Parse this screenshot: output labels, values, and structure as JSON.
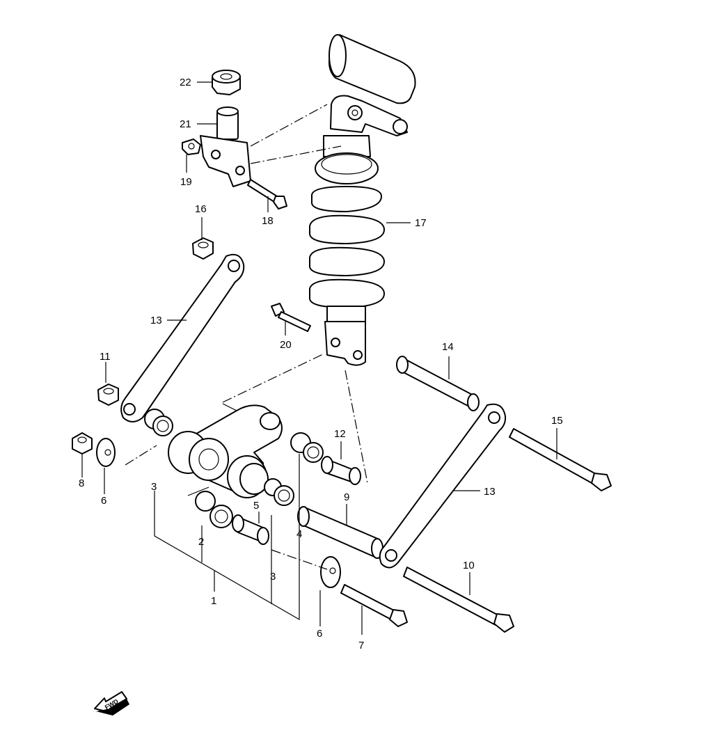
{
  "callouts": {
    "c1": "1",
    "c2": "2",
    "c3a": "3",
    "c3b": "3",
    "c4": "4",
    "c5": "5",
    "c6a": "6",
    "c6b": "6",
    "c7": "7",
    "c8": "8",
    "c9": "9",
    "c10": "10",
    "c11": "11",
    "c12": "12",
    "c13a": "13",
    "c13b": "13",
    "c14": "14",
    "c15": "15",
    "c16": "16",
    "c17": "17",
    "c18": "18",
    "c19": "19",
    "c20": "20",
    "c21": "21",
    "c22": "22"
  },
  "direction_badge": {
    "label": "FWD"
  },
  "colors": {
    "line": "#000000",
    "background": "#ffffff"
  }
}
